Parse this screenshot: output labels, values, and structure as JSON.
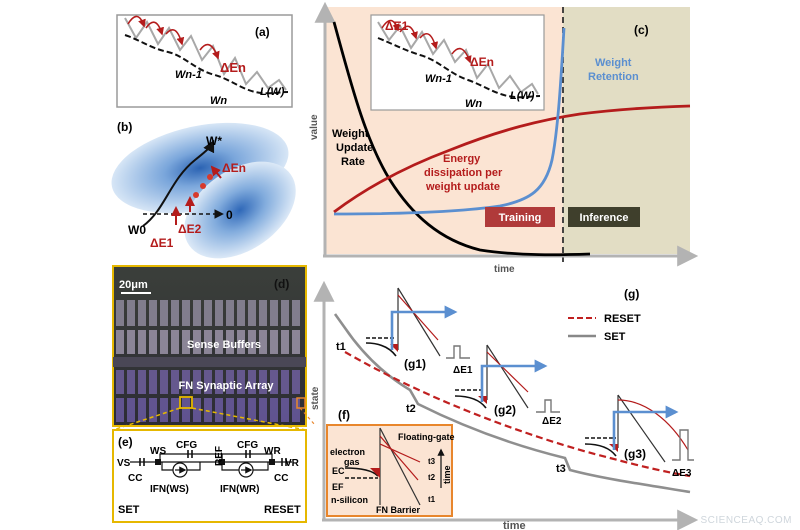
{
  "panel_a": {
    "tag": "(a)",
    "dE": "ΔEn",
    "wn1": "Wn-1",
    "wn": "Wn",
    "lw": "L(W)"
  },
  "panel_b": {
    "tag": "(b)",
    "wstar": "W*",
    "dEn": "ΔEn",
    "zero": "0",
    "w0": "W0",
    "dE1": "ΔE1",
    "dE2": "ΔE2"
  },
  "panel_c": {
    "tag": "(c)",
    "ylabel": "value",
    "xlabel": "time",
    "inset": {
      "dE1": "ΔE1",
      "dEn": "ΔEn",
      "wn1": "Wn-1",
      "wn": "Wn",
      "lw": "L(W)"
    },
    "wur": [
      "Weight",
      "Update",
      "Rate"
    ],
    "energy": [
      "Energy",
      "dissipation per",
      "weight update"
    ],
    "retention": [
      "Weight",
      "Retention"
    ],
    "training": "Training",
    "inference": "Inference",
    "colors": {
      "training_bg": "#fbe4d3",
      "inference_bg": "#e2ddc4",
      "training_box": "#b03a3a",
      "inference_box": "#3f3f2c",
      "energy": "#b41c1c",
      "retention": "#5b8fd0"
    }
  },
  "panel_d": {
    "tag": "(d)",
    "scale": "20μm",
    "sense": "Sense Buffers",
    "array": "FN Synaptic Array"
  },
  "panel_e": {
    "tag": "(e)",
    "vs": "VS",
    "cc": "CC",
    "ws": "WS",
    "cfg": "CFG",
    "ifn_ws": "IFN(WS)",
    "ref": "REF",
    "ifn_wr": "IFN(WR)",
    "wr": "WR",
    "vr": "VR",
    "set": "SET",
    "reset": "RESET"
  },
  "panel_f": {
    "tag": "(f)",
    "fg": "Floating-gate",
    "electron": "electron",
    "gas": "gas",
    "ec": "EC",
    "ef": "EF",
    "nsi": "n-silicon",
    "barrier": "FN Barrier",
    "t1": "t1",
    "t2": "t2",
    "t3": "t3",
    "time": "time"
  },
  "panel_g": {
    "tag": "(g)",
    "ylabel": "state",
    "xlabel": "time",
    "legend": {
      "reset": "RESET",
      "set": "SET"
    },
    "t1": "t1",
    "t2": "t2",
    "t3": "t3",
    "g1": "(g1)",
    "g2": "(g2)",
    "g3": "(g3)",
    "dE1": "ΔE1",
    "dE2": "ΔE2",
    "dE3": "ΔE3"
  },
  "watermark": "SCIENCEAQ.COM"
}
